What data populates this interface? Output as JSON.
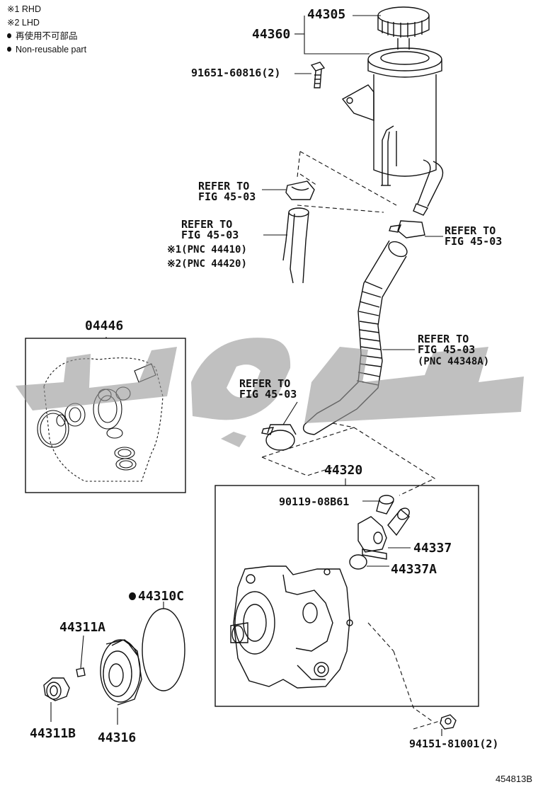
{
  "legend": {
    "rhd": "※1 RHD",
    "lhd": "※2 LHD",
    "nonreusable_jp": "再使用不可部品",
    "nonreusable_en": "Non-reusable part"
  },
  "watermark": "ساپکو",
  "parts": {
    "p44305": "44305",
    "p44360": "44360",
    "p91651": "91651-60816(2)",
    "p04446": "04446",
    "p44320": "44320",
    "p90119": "90119-08B61",
    "p44337": "44337",
    "p44337A": "44337A",
    "p44310C": "44310C",
    "p44311A": "44311A",
    "p44311B": "44311B",
    "p44316": "44316",
    "p94151": "94151-81001(2)"
  },
  "refs": {
    "r1": [
      "REFER TO",
      "FIG 45-03"
    ],
    "r2": [
      "REFER TO",
      "FIG 45-03"
    ],
    "r2_note1": "※1(PNC 44410)",
    "r2_note2": "※2(PNC 44420)",
    "r3": [
      "REFER TO",
      "FIG 45-03"
    ],
    "r4": [
      "REFER TO",
      "FIG 45-03"
    ],
    "r4_note": "(PNC 44348A)",
    "r5": [
      "REFER TO",
      "FIG 45-03"
    ]
  },
  "figure_number": "454813B"
}
